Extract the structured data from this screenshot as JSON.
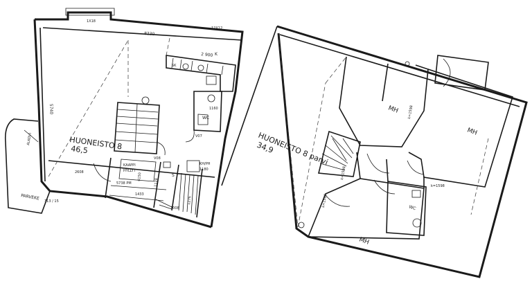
{
  "left_plan": {
    "apartment_name": "HUONEISTO 8",
    "area": "46,5",
    "balcony_label": "PARVEKE",
    "dim_8230": "8230",
    "dim_2900": "2 900",
    "dim_5740": "5740",
    "dim_5738": "5738 PM",
    "dim_1433": "1433",
    "dim_2608": "2608",
    "dim_1180": "1180",
    "dim_1276": "1276",
    "dim_4150": "4150",
    "dim_1128": "1128",
    "dim_1008": "1008",
    "dim_1160": "1160",
    "code_12x12": "12X12",
    "code_1x8": "1X18",
    "code_sk": "SK",
    "code_v08": "V08",
    "code_v07": "V07",
    "code_312": "313 / 15",
    "label_wc": "WC",
    "label_s": "S",
    "label_k": "K",
    "label_side": "ALKOVI",
    "label_kh": "KH/PH",
    "label_hyllyt": "HYLLYT",
    "label_kaappi": "KAAPPI"
  },
  "right_plan": {
    "apartment_name": "HUONEISTO 8 parvi",
    "area": "34,9",
    "room_mh1": "MH",
    "room_mh2": "MH",
    "room_mh3": "MH",
    "label_wc": "WC",
    "code_k1": "k=1598",
    "code_k2": "k=1598",
    "code_k3": "k=1598",
    "code_k4": "k=1598"
  }
}
